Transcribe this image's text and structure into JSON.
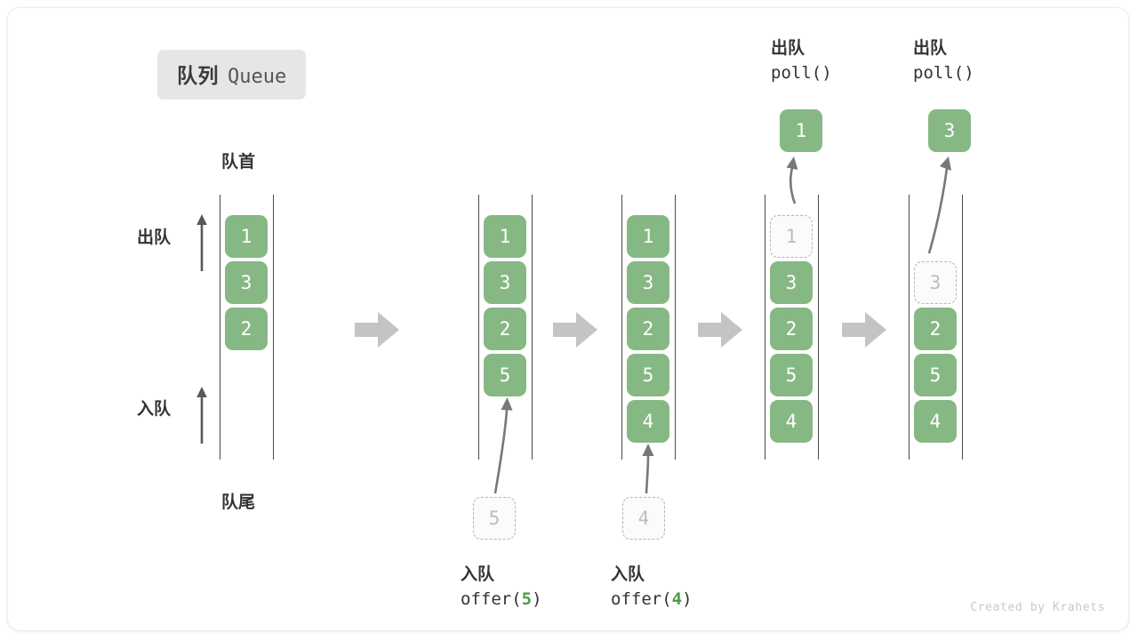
{
  "title": {
    "cn": "队列",
    "en": "Queue"
  },
  "labels": {
    "front": "队首",
    "rear": "队尾",
    "dequeue": "出队",
    "enqueue": "入队"
  },
  "icons": {
    "dequeue_arrow": "arrow-up-icon",
    "enqueue_arrow": "arrow-up-icon",
    "step_arrow": "arrow-right-icon",
    "move_arrow": "curved-arrow-up-icon"
  },
  "colors": {
    "cell_fill": "#86b884",
    "cell_text": "#ffffff",
    "ghost_border": "#b5b5b5",
    "ghost_text": "#bdbdbd",
    "rail": "#4a4a4a",
    "accent_arg": "#4f9c4b",
    "step_arrow": "#c4c4c4",
    "badge_bg": "#e6e6e6"
  },
  "columns": [
    {
      "name": "initial-queue",
      "cells": [
        {
          "value": "1",
          "state": "solid"
        },
        {
          "value": "3",
          "state": "solid"
        },
        {
          "value": "2",
          "state": "solid"
        }
      ]
    },
    {
      "name": "after-offer-5",
      "cells": [
        {
          "value": "1",
          "state": "solid"
        },
        {
          "value": "3",
          "state": "solid"
        },
        {
          "value": "2",
          "state": "solid"
        },
        {
          "value": "5",
          "state": "solid"
        }
      ]
    },
    {
      "name": "after-offer-4",
      "cells": [
        {
          "value": "1",
          "state": "solid"
        },
        {
          "value": "3",
          "state": "solid"
        },
        {
          "value": "2",
          "state": "solid"
        },
        {
          "value": "5",
          "state": "solid"
        },
        {
          "value": "4",
          "state": "solid"
        }
      ]
    },
    {
      "name": "after-poll-1",
      "cells": [
        {
          "value": "1",
          "state": "ghost"
        },
        {
          "value": "3",
          "state": "solid"
        },
        {
          "value": "2",
          "state": "solid"
        },
        {
          "value": "5",
          "state": "solid"
        },
        {
          "value": "4",
          "state": "solid"
        }
      ]
    },
    {
      "name": "after-poll-3",
      "cells": [
        {
          "value": "",
          "state": "empty"
        },
        {
          "value": "3",
          "state": "ghost"
        },
        {
          "value": "2",
          "state": "solid"
        },
        {
          "value": "5",
          "state": "solid"
        },
        {
          "value": "4",
          "state": "solid"
        }
      ]
    }
  ],
  "operations": {
    "offer_5": {
      "op": "入队",
      "call": "offer(",
      "arg": "5",
      "close": ")",
      "incoming": "5"
    },
    "offer_4": {
      "op": "入队",
      "call": "offer(",
      "arg": "4",
      "close": ")",
      "incoming": "4"
    },
    "poll_1": {
      "op": "出队",
      "call": "poll()",
      "result": "1"
    },
    "poll_3": {
      "op": "出队",
      "call": "poll()",
      "result": "3"
    }
  },
  "credit": "Created by Krahets"
}
